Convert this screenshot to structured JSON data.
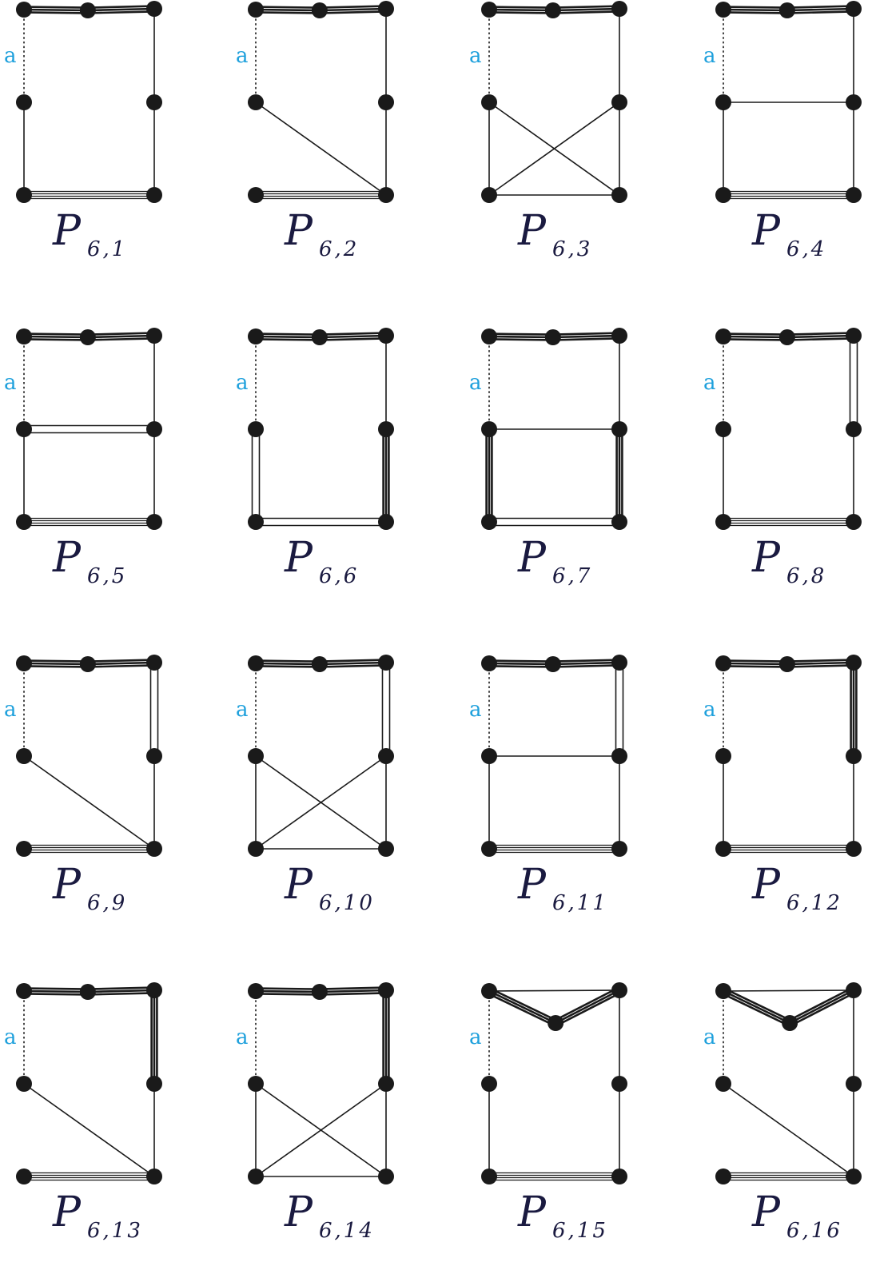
{
  "figure": {
    "vertex_label": "a",
    "colors": {
      "ink": "#1a1a1a",
      "label": "#1a1a40",
      "accent": "#1ea0dc",
      "background": "#ffffff"
    },
    "panels": [
      {
        "main": "P",
        "sub": "6,1",
        "show_a": true,
        "top": "straight",
        "edges": [
          [
            "A",
            "B",
            "T3"
          ],
          [
            "B",
            "C",
            "T3"
          ],
          [
            "A",
            "D",
            "D"
          ],
          [
            "D",
            "E",
            "S"
          ],
          [
            "C",
            "F",
            "S"
          ],
          [
            "F",
            "G",
            "S"
          ],
          [
            "E",
            "H",
            "T4"
          ]
        ]
      },
      {
        "main": "P",
        "sub": "6,2",
        "show_a": true,
        "top": "straight",
        "edges": [
          [
            "A",
            "B",
            "T3"
          ],
          [
            "B",
            "C",
            "T3"
          ],
          [
            "A",
            "D",
            "D"
          ],
          [
            "C",
            "F",
            "S"
          ],
          [
            "F",
            "G",
            "S"
          ],
          [
            "D",
            "G",
            "S"
          ],
          [
            "E",
            "G",
            "T4"
          ]
        ]
      },
      {
        "main": "P",
        "sub": "6,3",
        "show_a": true,
        "top": "straight",
        "edges": [
          [
            "A",
            "B",
            "T3"
          ],
          [
            "B",
            "C",
            "T3"
          ],
          [
            "A",
            "D",
            "D"
          ],
          [
            "C",
            "F",
            "S"
          ],
          [
            "D",
            "E",
            "S"
          ],
          [
            "F",
            "G",
            "S"
          ],
          [
            "E",
            "G",
            "S"
          ],
          [
            "D",
            "G",
            "S"
          ],
          [
            "F",
            "E",
            "S"
          ]
        ]
      },
      {
        "main": "P",
        "sub": "6,4",
        "show_a": true,
        "top": "straight",
        "edges": [
          [
            "A",
            "B",
            "T3"
          ],
          [
            "B",
            "C",
            "T3"
          ],
          [
            "A",
            "D",
            "D"
          ],
          [
            "C",
            "F",
            "S"
          ],
          [
            "D",
            "F",
            "S"
          ],
          [
            "D",
            "E",
            "S"
          ],
          [
            "F",
            "G",
            "S"
          ],
          [
            "E",
            "H",
            "T4"
          ]
        ]
      },
      {
        "main": "P",
        "sub": "6,5",
        "show_a": true,
        "top": "straight",
        "edges": [
          [
            "A",
            "B",
            "T3"
          ],
          [
            "B",
            "C",
            "T3"
          ],
          [
            "A",
            "D",
            "D"
          ],
          [
            "C",
            "F",
            "S"
          ],
          [
            "D",
            "F",
            "T2"
          ],
          [
            "D",
            "E",
            "S"
          ],
          [
            "F",
            "G",
            "S"
          ],
          [
            "E",
            "H",
            "T4"
          ]
        ]
      },
      {
        "main": "P",
        "sub": "6,6",
        "show_a": true,
        "top": "straight",
        "edges": [
          [
            "A",
            "B",
            "T3"
          ],
          [
            "B",
            "C",
            "T3"
          ],
          [
            "A",
            "D",
            "D"
          ],
          [
            "C",
            "F",
            "S"
          ],
          [
            "D",
            "E",
            "T2"
          ],
          [
            "F",
            "G",
            "T3"
          ],
          [
            "E",
            "G",
            "T2"
          ]
        ]
      },
      {
        "main": "P",
        "sub": "6,7",
        "show_a": true,
        "top": "straight",
        "edges": [
          [
            "A",
            "B",
            "T3"
          ],
          [
            "B",
            "C",
            "T3"
          ],
          [
            "A",
            "D",
            "D"
          ],
          [
            "C",
            "F",
            "S"
          ],
          [
            "D",
            "F",
            "S"
          ],
          [
            "D",
            "E",
            "T3"
          ],
          [
            "F",
            "G",
            "T3"
          ],
          [
            "E",
            "G",
            "T2"
          ]
        ]
      },
      {
        "main": "P",
        "sub": "6,8",
        "show_a": true,
        "top": "straight",
        "edges": [
          [
            "A",
            "B",
            "T3"
          ],
          [
            "B",
            "C",
            "T3"
          ],
          [
            "A",
            "D",
            "D"
          ],
          [
            "C",
            "F",
            "T2"
          ],
          [
            "D",
            "E",
            "S"
          ],
          [
            "F",
            "G",
            "S"
          ],
          [
            "E",
            "H",
            "T4"
          ]
        ]
      },
      {
        "main": "P",
        "sub": "6,9",
        "show_a": true,
        "top": "straight",
        "edges": [
          [
            "A",
            "B",
            "T3"
          ],
          [
            "B",
            "C",
            "T3"
          ],
          [
            "A",
            "D",
            "D"
          ],
          [
            "C",
            "F",
            "T2"
          ],
          [
            "F",
            "G",
            "S"
          ],
          [
            "D",
            "G",
            "S"
          ],
          [
            "E",
            "G",
            "T4"
          ]
        ]
      },
      {
        "main": "P",
        "sub": "6,10",
        "show_a": true,
        "top": "straight",
        "edges": [
          [
            "A",
            "B",
            "T3"
          ],
          [
            "B",
            "C",
            "T3"
          ],
          [
            "A",
            "D",
            "D"
          ],
          [
            "C",
            "F",
            "T2"
          ],
          [
            "D",
            "E",
            "S"
          ],
          [
            "F",
            "G",
            "S"
          ],
          [
            "E",
            "G",
            "S"
          ],
          [
            "D",
            "G",
            "S"
          ],
          [
            "F",
            "E",
            "S"
          ]
        ]
      },
      {
        "main": "P",
        "sub": "6,11",
        "show_a": true,
        "top": "straight",
        "edges": [
          [
            "A",
            "B",
            "T3"
          ],
          [
            "B",
            "C",
            "T3"
          ],
          [
            "A",
            "D",
            "D"
          ],
          [
            "C",
            "F",
            "T2"
          ],
          [
            "D",
            "F",
            "S"
          ],
          [
            "D",
            "E",
            "S"
          ],
          [
            "F",
            "G",
            "S"
          ],
          [
            "E",
            "H",
            "T4"
          ]
        ]
      },
      {
        "main": "P",
        "sub": "6,12",
        "show_a": true,
        "top": "straight",
        "edges": [
          [
            "A",
            "B",
            "T3"
          ],
          [
            "B",
            "C",
            "T3"
          ],
          [
            "A",
            "D",
            "D"
          ],
          [
            "C",
            "F",
            "T3"
          ],
          [
            "D",
            "E",
            "S"
          ],
          [
            "F",
            "G",
            "S"
          ],
          [
            "E",
            "H",
            "T4"
          ]
        ]
      },
      {
        "main": "P",
        "sub": "6,13",
        "show_a": true,
        "top": "straight",
        "edges": [
          [
            "A",
            "B",
            "T3"
          ],
          [
            "B",
            "C",
            "T3"
          ],
          [
            "A",
            "D",
            "D"
          ],
          [
            "C",
            "F",
            "T3"
          ],
          [
            "F",
            "G",
            "S"
          ],
          [
            "D",
            "G",
            "S"
          ],
          [
            "E",
            "G",
            "T4"
          ]
        ]
      },
      {
        "main": "P",
        "sub": "6,14",
        "show_a": true,
        "top": "straight",
        "edges": [
          [
            "A",
            "B",
            "T3"
          ],
          [
            "B",
            "C",
            "T3"
          ],
          [
            "A",
            "D",
            "D"
          ],
          [
            "C",
            "F",
            "T3"
          ],
          [
            "D",
            "E",
            "S"
          ],
          [
            "F",
            "G",
            "S"
          ],
          [
            "E",
            "G",
            "S"
          ],
          [
            "D",
            "G",
            "S"
          ],
          [
            "F",
            "E",
            "S"
          ]
        ]
      },
      {
        "main": "P",
        "sub": "6,15",
        "show_a": true,
        "top": "vee",
        "edges": [
          [
            "A",
            "C",
            "S"
          ],
          [
            "A",
            "B",
            "T3"
          ],
          [
            "B",
            "C",
            "T3"
          ],
          [
            "A",
            "D",
            "D"
          ],
          [
            "C",
            "F",
            "S"
          ],
          [
            "D",
            "E",
            "S"
          ],
          [
            "F",
            "G",
            "S"
          ],
          [
            "E",
            "H",
            "T4"
          ]
        ]
      },
      {
        "main": "P",
        "sub": "6,16",
        "show_a": true,
        "top": "vee",
        "edges": [
          [
            "A",
            "C",
            "S"
          ],
          [
            "A",
            "B",
            "T3"
          ],
          [
            "B",
            "C",
            "T3"
          ],
          [
            "A",
            "D",
            "D"
          ],
          [
            "C",
            "F",
            "S"
          ],
          [
            "F",
            "G",
            "S"
          ],
          [
            "D",
            "G",
            "S"
          ],
          [
            "E",
            "G",
            "T4"
          ]
        ]
      }
    ]
  }
}
